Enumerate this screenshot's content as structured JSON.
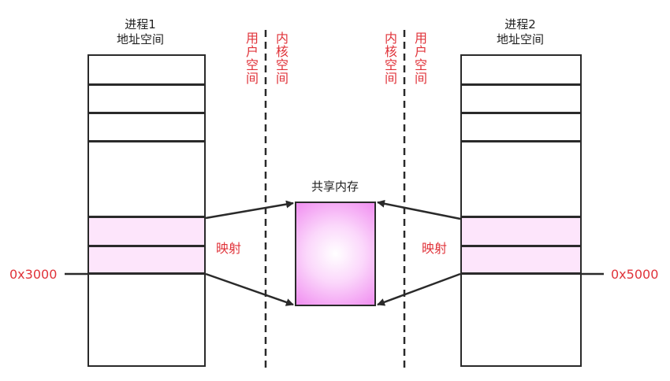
{
  "process1": {
    "title_line1": "进程1",
    "title_line2": "地址空间"
  },
  "process2": {
    "title_line1": "进程2",
    "title_line2": "地址空间"
  },
  "dividers": {
    "left_user": "用户空间",
    "left_kernel": "内核空间",
    "right_kernel": "内核空间",
    "right_user": "用户空间"
  },
  "shared_memory": {
    "label": "共享内存"
  },
  "mapping": {
    "left_label": "映射",
    "right_label": "映射"
  },
  "addresses": {
    "left": "0x3000",
    "right": "0x5000"
  },
  "colors": {
    "text_red": "#e0333a",
    "line": "#2a2a2a",
    "highlight": "#fde5fb",
    "shared_fill": "#f08df0"
  }
}
